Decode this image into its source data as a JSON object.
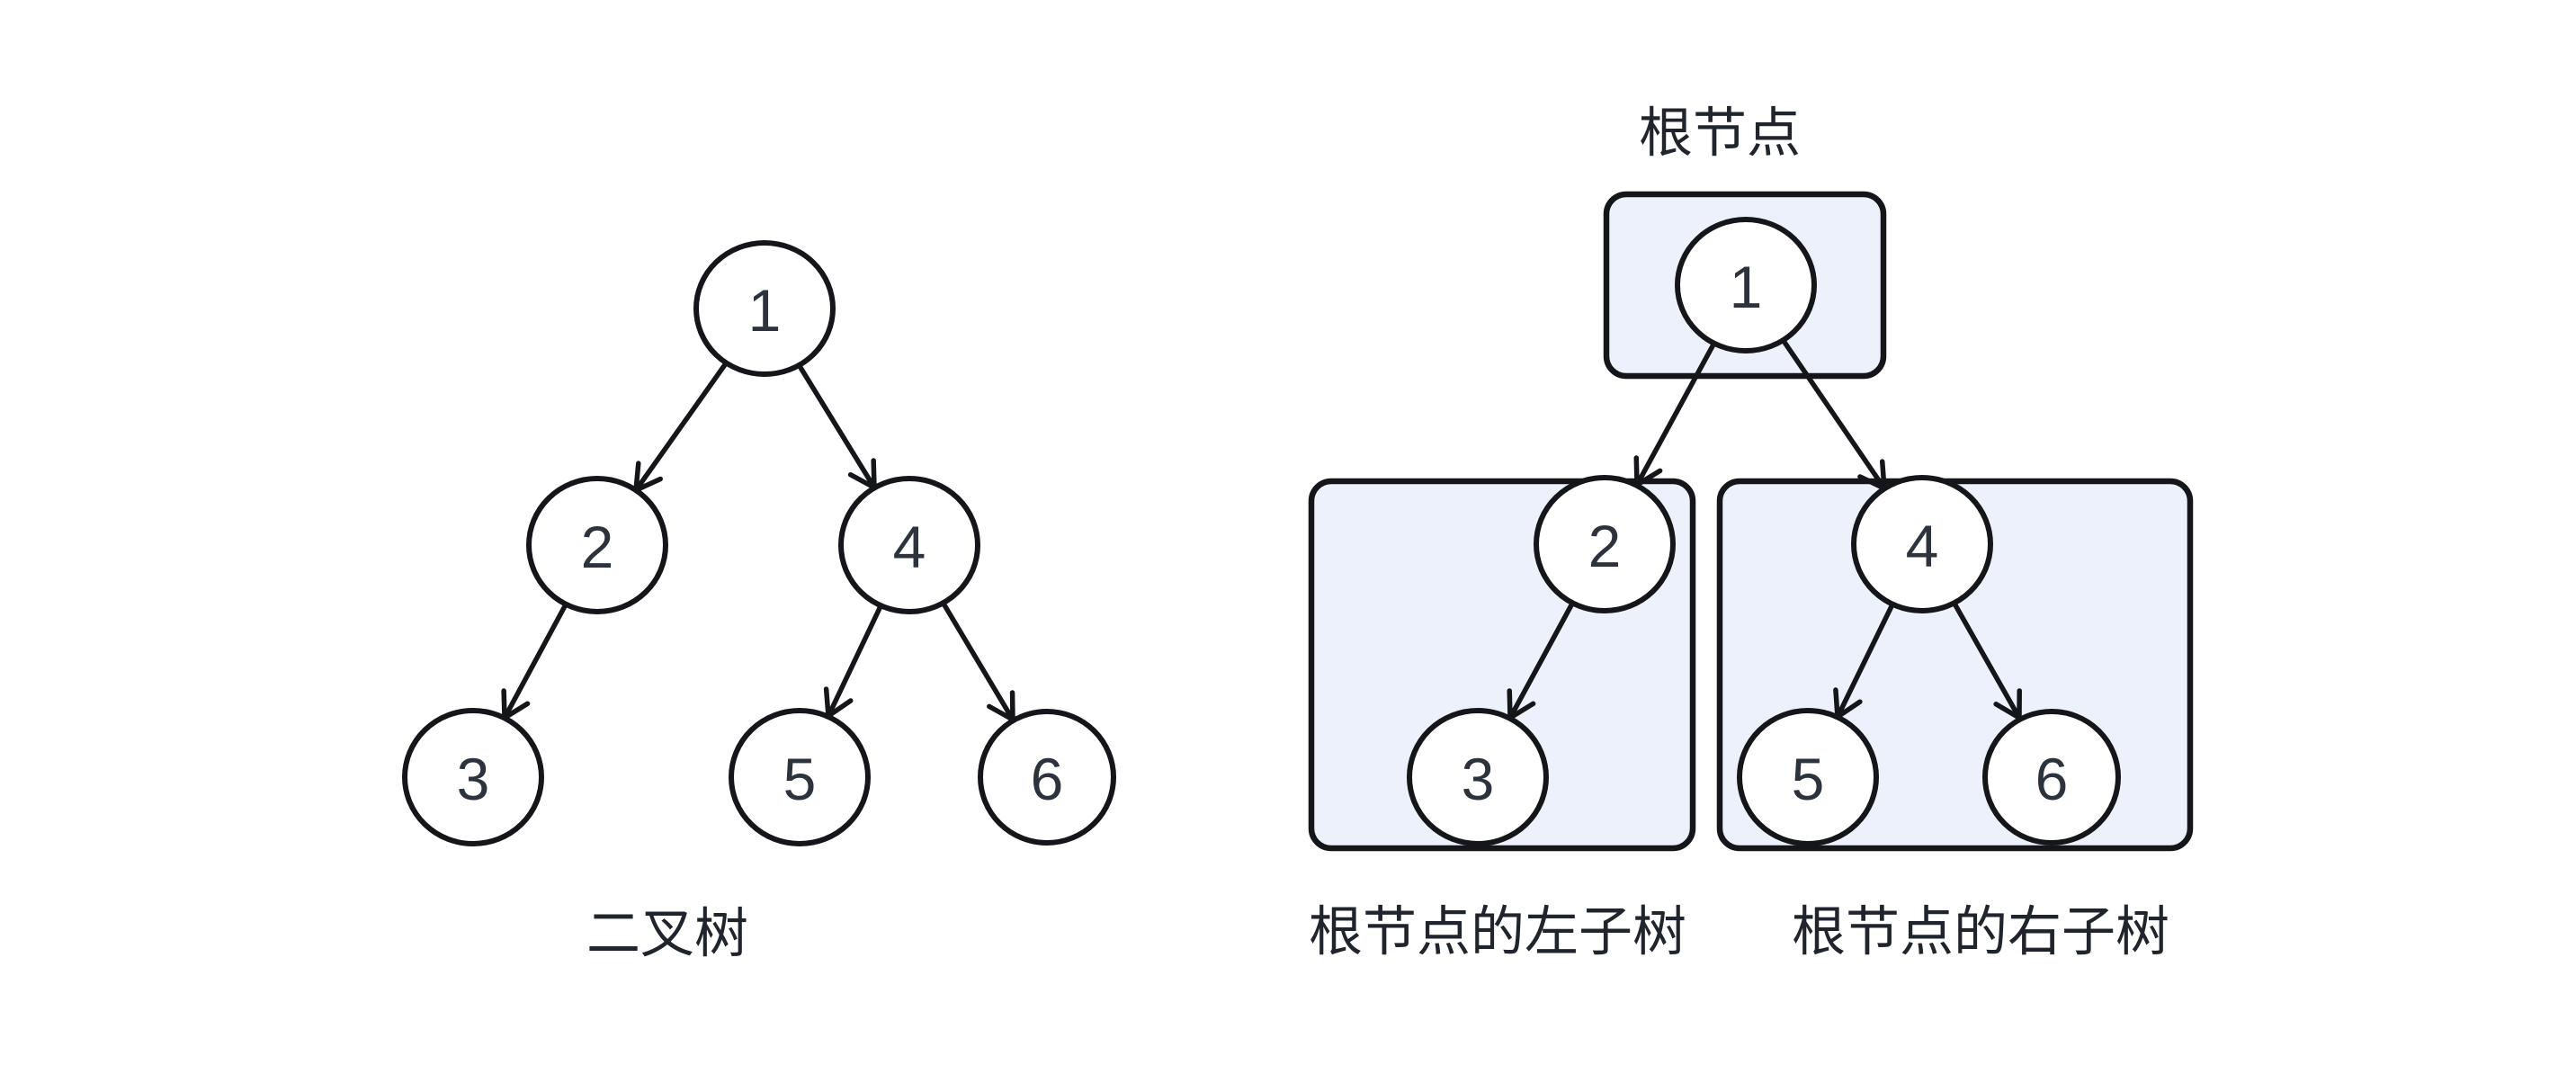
{
  "colors": {
    "canvas": "#ffffff",
    "ink": "#14161a",
    "node_fill": "#ffffff",
    "box_fill": "#edf1fb",
    "number_ink": "#2d333c",
    "label_ink": "#20242c"
  },
  "left_diagram": {
    "caption": "二叉树",
    "nodes": {
      "n1": "1",
      "n2": "2",
      "n3": "3",
      "n4": "4",
      "n5": "5",
      "n6": "6"
    },
    "edges": [
      [
        "1",
        "2"
      ],
      [
        "1",
        "4"
      ],
      [
        "2",
        "3"
      ],
      [
        "4",
        "5"
      ],
      [
        "4",
        "6"
      ]
    ]
  },
  "right_diagram": {
    "root_label": "根节点",
    "left_caption": "根节点的左子树",
    "right_caption": "根节点的右子树",
    "nodes": {
      "n1": "1",
      "n2": "2",
      "n3": "3",
      "n4": "4",
      "n5": "5",
      "n6": "6"
    },
    "edges": [
      [
        "1",
        "2"
      ],
      [
        "1",
        "4"
      ],
      [
        "2",
        "3"
      ],
      [
        "4",
        "5"
      ],
      [
        "4",
        "6"
      ]
    ],
    "groups": {
      "root_box_contains": [
        "1"
      ],
      "left_subtree_box_contains": [
        "2",
        "3"
      ],
      "right_subtree_box_contains": [
        "4",
        "5",
        "6"
      ]
    }
  }
}
